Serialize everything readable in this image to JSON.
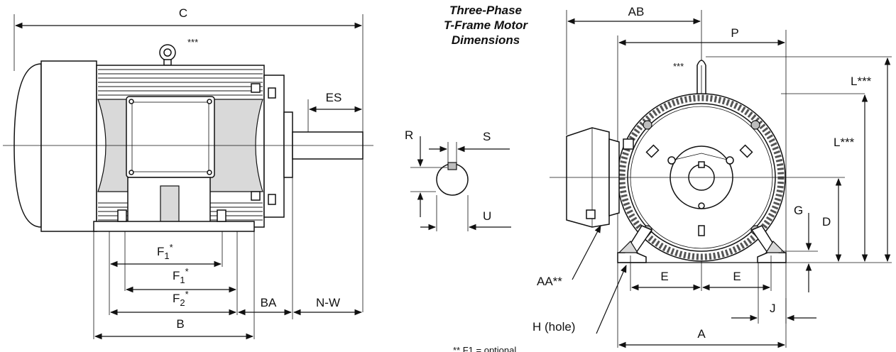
{
  "title": {
    "line1": "Three-Phase",
    "line2": "T-Frame Motor",
    "line3": "Dimensions"
  },
  "side_view": {
    "C": "C",
    "ES": "ES",
    "stars_top": "***",
    "F1_a": "F",
    "F1_a_sub": "1",
    "F1_a_star": "*",
    "F1_b": "F",
    "F1_b_sub": "1",
    "F1_b_star": "*",
    "F2": "F",
    "F2_sub": "2",
    "F2_star": "*",
    "BA": "BA",
    "NW": "N-W",
    "B": "B"
  },
  "shaft_detail": {
    "R": "R",
    "S": "S",
    "U": "U"
  },
  "end_view": {
    "AB": "AB",
    "P": "P",
    "stars_top": "***",
    "L_outer": "L***",
    "L_inner": "L***",
    "G": "G",
    "D": "D",
    "E_left": "E",
    "E_right": "E",
    "AA": "AA**",
    "J": "J",
    "H": "H (hole)",
    "A": "A"
  },
  "footnote": "** F1 = optional"
}
